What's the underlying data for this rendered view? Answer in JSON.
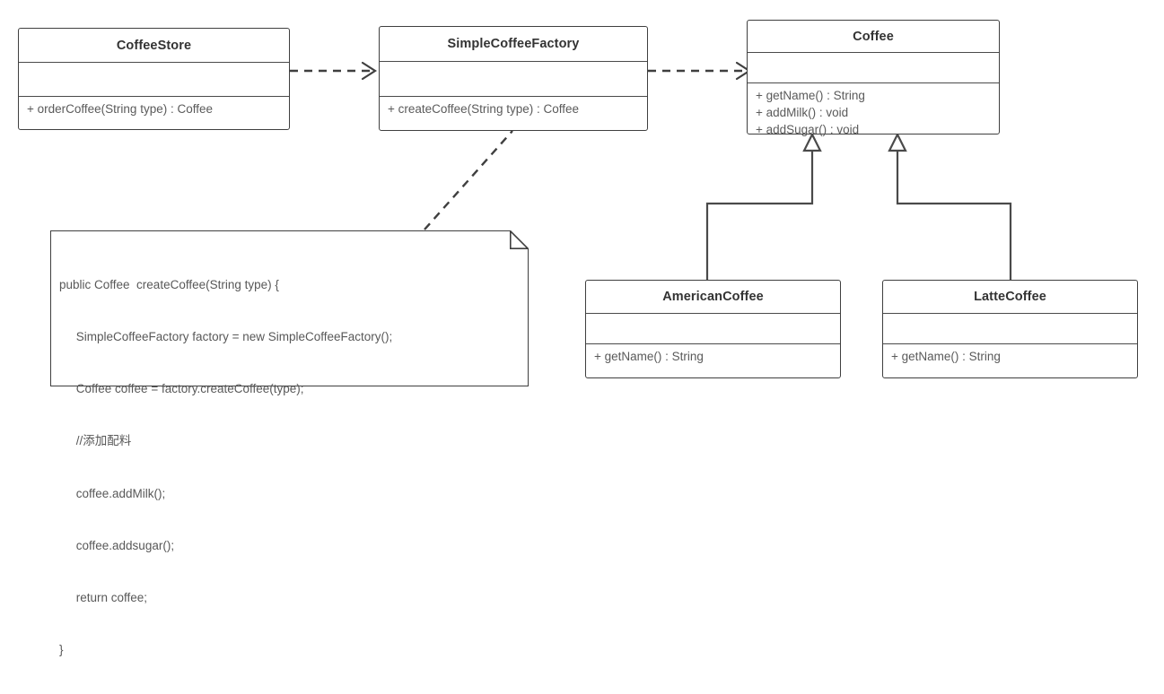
{
  "diagram": {
    "title": "Simple Factory Pattern - Coffee",
    "type": "uml-class-diagram",
    "stroke_color": "#3f3f3f",
    "text_color": "#555555",
    "title_color": "#333333",
    "background": "#ffffff"
  },
  "classes": [
    {
      "id": "coffee-store",
      "name": "CoffeeStore",
      "attributes": [],
      "operations": [
        "+ orderCoffee(String type) : Coffee"
      ]
    },
    {
      "id": "simple-coffee-factory",
      "name": "SimpleCoffeeFactory",
      "attributes": [],
      "operations": [
        "+ createCoffee(String type) : Coffee"
      ]
    },
    {
      "id": "coffee",
      "name": "Coffee",
      "attributes": [],
      "operations": [
        "+ getName() : String",
        "+ addMilk() : void",
        "+ addSugar() : void"
      ]
    },
    {
      "id": "american-coffee",
      "name": "AmericanCoffee",
      "attributes": [],
      "operations": [
        "+ getName() : String"
      ]
    },
    {
      "id": "latte-coffee",
      "name": "LatteCoffee",
      "attributes": [],
      "operations": [
        "+ getName() : String"
      ]
    }
  ],
  "note": {
    "id": "create-coffee-note",
    "code_lines": [
      "public Coffee  createCoffee(String type) {",
      "     SimpleCoffeeFactory factory = new SimpleCoffeeFactory();",
      "     Coffee coffee = factory.createCoffee(type);",
      "     //添加配料",
      "     coffee.addMilk();",
      "     coffee.addsugar();",
      "     return coffee;",
      "}"
    ]
  },
  "relations": [
    {
      "id": "dep-store-to-factory",
      "type": "dependency",
      "style": "dashed-open-arrow",
      "from": "coffee-store",
      "to": "simple-coffee-factory",
      "label": ""
    },
    {
      "id": "dep-factory-to-coffee",
      "type": "dependency",
      "style": "dashed-open-arrow",
      "from": "simple-coffee-factory",
      "to": "coffee",
      "label": ""
    },
    {
      "id": "gen-american-to-coffee",
      "type": "generalization",
      "style": "solid-hollow-triangle",
      "from": "american-coffee",
      "to": "coffee",
      "label": ""
    },
    {
      "id": "gen-latte-to-coffee",
      "type": "generalization",
      "style": "solid-hollow-triangle",
      "from": "latte-coffee",
      "to": "coffee",
      "label": ""
    },
    {
      "id": "note-anchor-factory",
      "type": "note-link",
      "style": "dashed-line",
      "from": "create-coffee-note",
      "to": "simple-coffee-factory",
      "label": ""
    }
  ]
}
